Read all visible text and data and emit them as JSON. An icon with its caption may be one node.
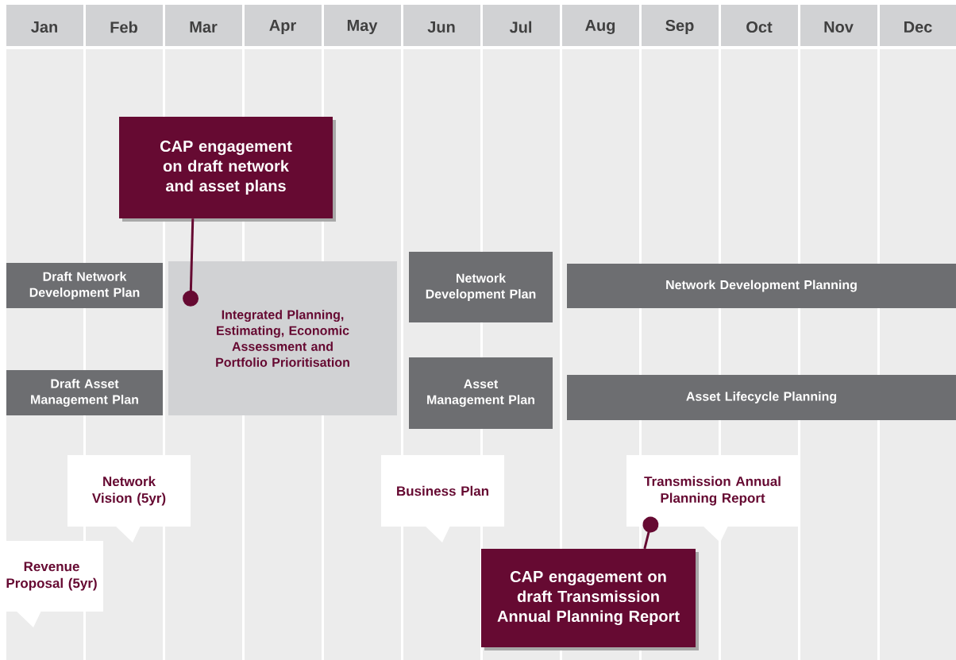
{
  "diagram": {
    "nodes": [
      {
        "text": [
          "CAP engagement on draft network and asset plans"
        ]
      },
      {
        "text": [
          "Draft Network Development Plan"
        ]
      },
      {
        "text": [
          "Integrated Planning, Estimating, Economic Assessment and Portfolio Prioritisation"
        ]
      },
      {
        "text": [
          "Network Development Plan"
        ]
      },
      {
        "text": [
          "Network Development Planning"
        ]
      },
      {
        "text": [
          "Draft Asset Management Plan"
        ]
      },
      {
        "text": [
          "Asset Management Plan"
        ]
      },
      {
        "text": [
          "Asset Lifecycle Planning"
        ]
      },
      {
        "text": [
          "Network Vision (5yr)"
        ]
      },
      {
        "text": [
          "Business Plan"
        ]
      },
      {
        "text": [
          "Transmission Annual Planning Report"
        ]
      },
      {
        "text": [
          "Revenue Proposal (5yr)"
        ]
      },
      {
        "text": [
          "CAP engagement on draft Transmission Annual Planning Report"
        ]
      }
    ],
    "edges": [
      {
        "from": 0,
        "to": 2,
        "arrow": "other"
      },
      {
        "from": 12,
        "to": 10,
        "arrow": "other"
      }
    ],
    "labels": [
      "Jan",
      "Feb",
      "Mar",
      "Apr",
      "May",
      "Jun",
      "Jul",
      "Aug",
      "Sep",
      "Oct",
      "Nov",
      "Dec"
    ]
  }
}
